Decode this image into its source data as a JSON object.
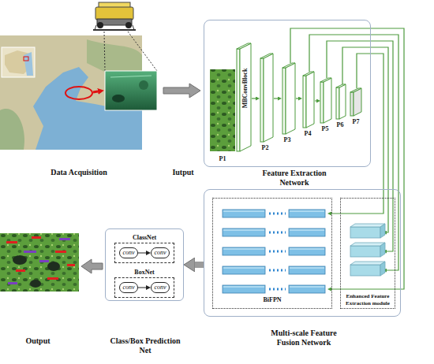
{
  "diagram": {
    "nodes": [
      {
        "text": [
          "Feature Extraction Network"
        ]
      },
      {
        "text": [
          "Multi-scale Feature Fusion Network"
        ]
      },
      {
        "text": [
          "BiFPN"
        ],
        "in": 1
      },
      {
        "text": [
          "Enhanced Feature Extraction module"
        ],
        "in": 1
      },
      {
        "text": [
          "Class/Box Prediction Net"
        ]
      },
      {
        "text": [
          "ClassNet"
        ],
        "in": 4
      },
      {
        "text": [
          "conv"
        ],
        "in": 5
      },
      {
        "text": [
          "conv"
        ],
        "in": 5
      },
      {
        "text": [
          "BoxNet"
        ],
        "in": 4
      },
      {
        "text": [
          "conv"
        ],
        "in": 8
      },
      {
        "text": [
          "conv"
        ],
        "in": 8
      }
    ],
    "edges": [
      {
        "from": 1,
        "to": 4,
        "arrow": "to"
      },
      {
        "from": 6,
        "to": 7,
        "arrow": "to"
      },
      {
        "from": 9,
        "to": 10,
        "arrow": "to"
      }
    ],
    "labels": [
      "MBConvBlock",
      "P1",
      "P2",
      "P3",
      "P4",
      "P5",
      "P6",
      "P7",
      "Data Acquisition",
      "Iutput",
      "Output"
    ]
  }
}
